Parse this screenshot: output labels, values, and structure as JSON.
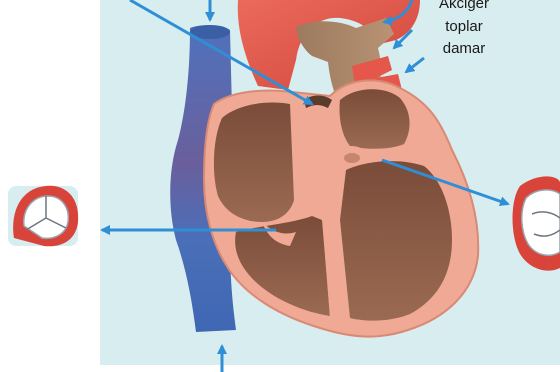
{
  "diagram": {
    "labels": {
      "pulmonary_vein_line1": "Akciğer",
      "pulmonary_vein_line2": "toplar",
      "pulmonary_vein_line3": "damar"
    },
    "colors": {
      "panel_background": "#d8edf0",
      "arrow": "#2f8fd6",
      "vena_cava": "#4a6fb8",
      "aorta": "#e4574a",
      "pulmonary_artery": "#a88468",
      "heart_wall": "#efa994",
      "chamber": "#8a5a44",
      "valve": "#ffffff"
    },
    "icons": [
      "tricuspid-valve-closeup-icon",
      "mitral-valve-closeup-icon"
    ]
  }
}
